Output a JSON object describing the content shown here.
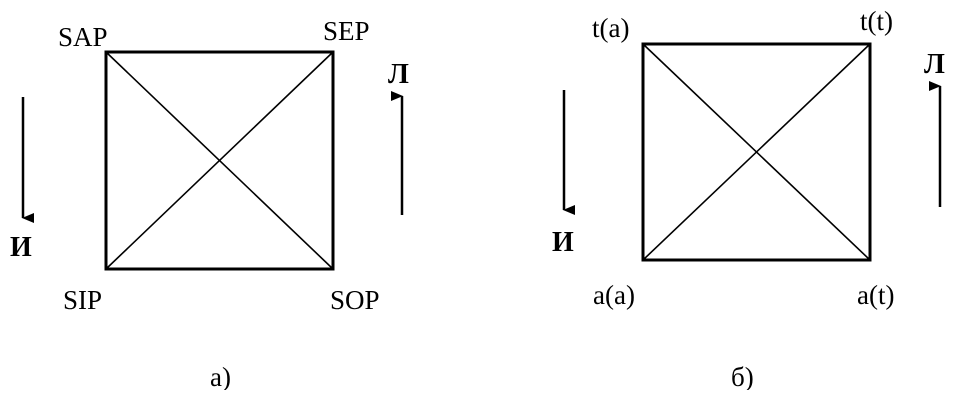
{
  "stroke_color": "#000000",
  "background_color": "#ffffff",
  "panels": [
    {
      "id": "a",
      "caption": "а)",
      "corners": {
        "top_left": "SAP",
        "top_right": "SEP",
        "bottom_left": "SIP",
        "bottom_right": "SOP"
      },
      "down_arrow_label": "И",
      "up_arrow_label": "Л"
    },
    {
      "id": "b",
      "caption": "б)",
      "corners": {
        "top_left": "t(a)",
        "top_right": "t(t)",
        "bottom_left": "a(a)",
        "bottom_right": "a(t)"
      },
      "down_arrow_label": "И",
      "up_arrow_label": "Л"
    }
  ]
}
